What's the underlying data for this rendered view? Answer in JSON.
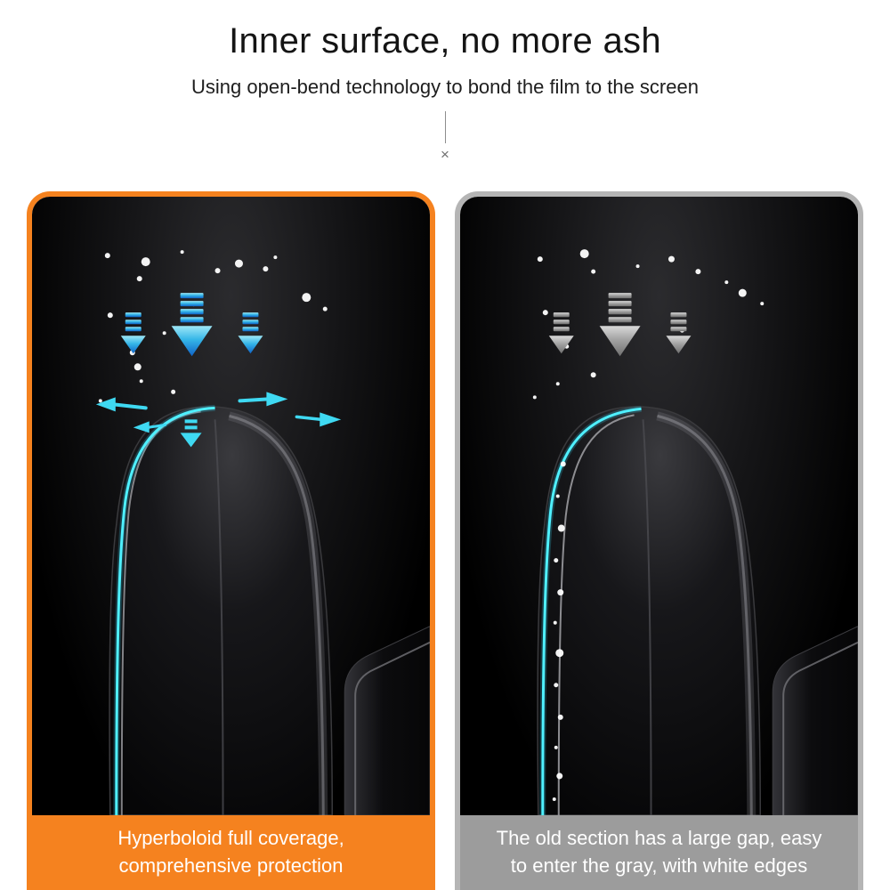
{
  "header": {
    "title": "Inner surface, no more ash",
    "subtitle": "Using open-bend technology to bond the film to the screen"
  },
  "divider": {
    "cross": "×"
  },
  "comparison": {
    "left": {
      "caption_line1": "Hyperboloid full coverage,",
      "caption_line2": "comprehensive protection",
      "accent_color": "#f5821f"
    },
    "right": {
      "caption_line1": "The old section has a large gap, easy",
      "caption_line2": "to enter the gray, with white edges",
      "accent_color": "#9c9c9c"
    }
  },
  "colors": {
    "film_highlight_cyan": "#4ff0ff",
    "arrow_blue_top": "#9fe8f7",
    "arrow_blue_bottom": "#0f63c8",
    "arrow_gray_top": "#d9d9d9",
    "arrow_gray_bottom": "#6f6f6f",
    "page_background": "#ffffff",
    "panel_background": "#000000"
  }
}
